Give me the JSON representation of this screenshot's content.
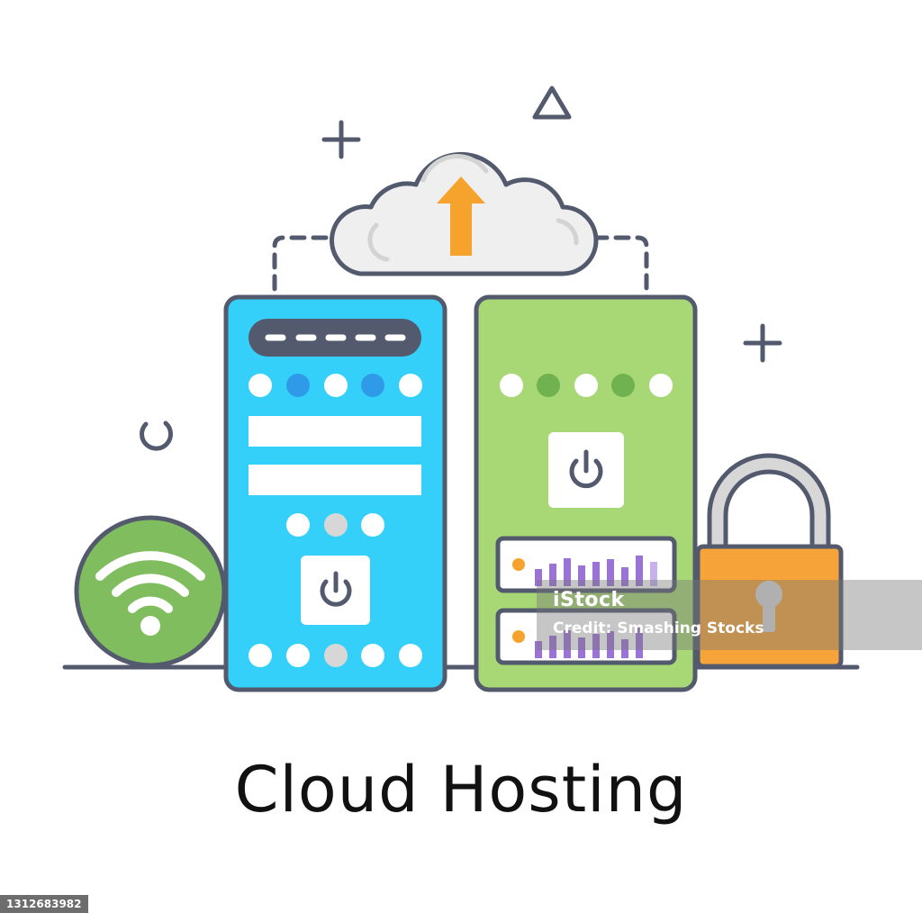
{
  "title": "Cloud Hosting",
  "watermark": {
    "brand": "iStock",
    "credit": "Credit: Smashing Stocks"
  },
  "image_id": "1312683982",
  "icons": [
    "cloud-upload-icon",
    "wifi-icon",
    "padlock-icon",
    "power-icon",
    "server-icon"
  ],
  "colors": {
    "outline": "#545a6e",
    "server_blue": "#35d0fa",
    "server_green": "#a8d876",
    "wifi_green": "#7fbd5e",
    "lock_orange": "#f6a43a",
    "arrow_orange": "#f6a32d",
    "cloud_fill": "#efefef",
    "chart_purple": "#9b72d6"
  }
}
